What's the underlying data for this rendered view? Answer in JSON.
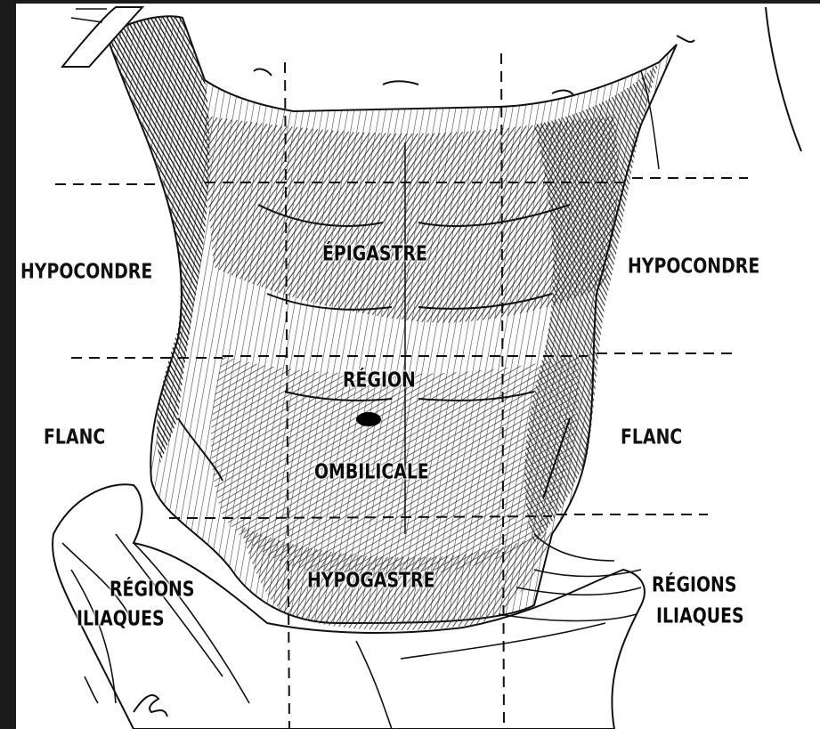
{
  "labels": {
    "hypocondre_left": "HYPOCONDRE",
    "hypocondre_right": "HYPOCONDRE",
    "epigastre": "ÉPIGASTRE",
    "region": "RÉGION",
    "ombilicale": "OMBILICALE",
    "flanc_left": "FLANC",
    "flanc_right": "FLANC",
    "regions_left": "RÉGIONS",
    "iliaques_left": "ILIAQUES",
    "regions_right": "RÉGIONS",
    "iliaques_right": "ILIAQUES",
    "hypogastre": "HYPOGASTRE"
  },
  "colors": {
    "frame": "#1b1b1b",
    "paper": "#ffffff",
    "ink": "#111111",
    "hatch": "#3a3a3a"
  }
}
